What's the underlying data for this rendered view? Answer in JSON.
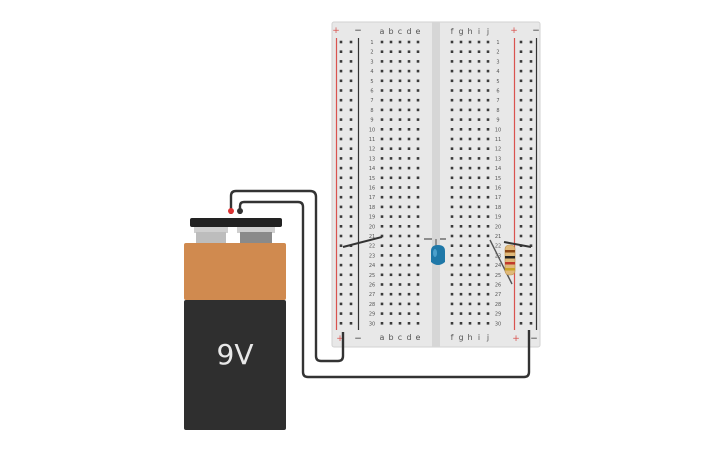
{
  "battery": {
    "label": "9V",
    "top_color": "#222222",
    "band_color": "#d08a4f",
    "body_color": "#2f2f2f"
  },
  "breadboard": {
    "rows": 30,
    "letters_left": [
      "a",
      "b",
      "c",
      "d",
      "e"
    ],
    "letters_right": [
      "f",
      "g",
      "h",
      "i",
      "j"
    ],
    "rail_plus": "+",
    "rail_minus": "−",
    "body_color": "#e8e8e8",
    "plus_rail_color": "#d9534f",
    "minus_rail_color": "#222222"
  },
  "components": {
    "led": {
      "name": "led",
      "color": "#1f78a8"
    },
    "resistor": {
      "name": "resistor",
      "color": "#e0b97a"
    },
    "wire_color": "#333333"
  }
}
